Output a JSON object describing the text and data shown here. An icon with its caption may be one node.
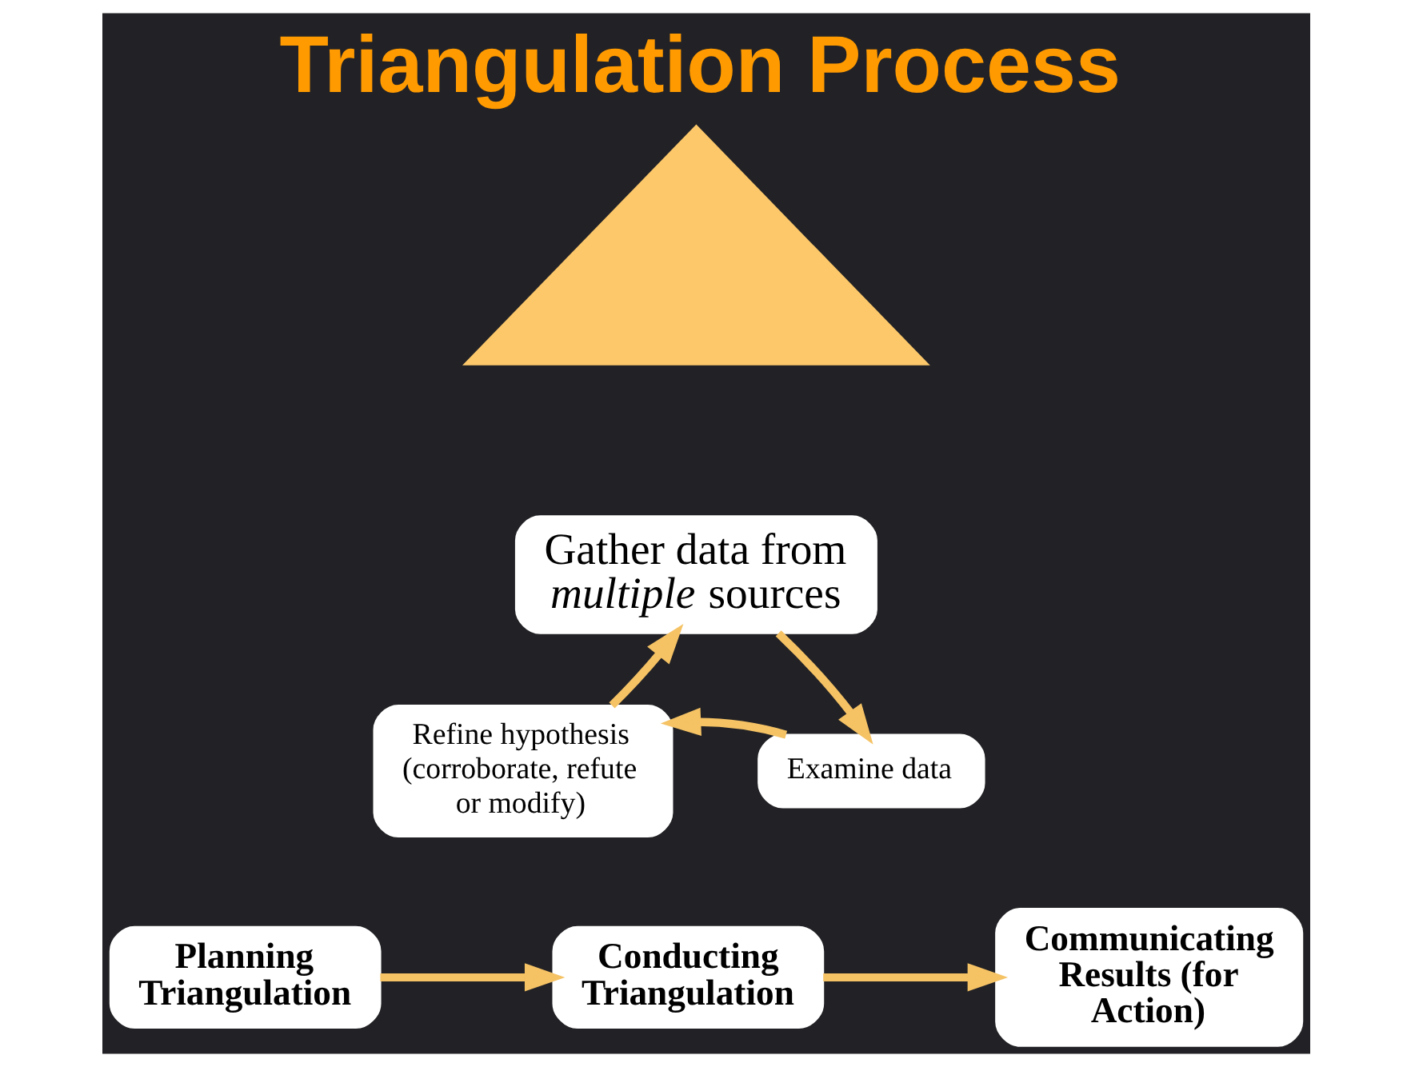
{
  "diagram": {
    "title": "Triangulation Process",
    "nodes": [
      {
        "text": [],
        "shape": "triangle"
      },
      {
        "text": [
          "Gather data from *multiple* sources"
        ]
      },
      {
        "text": [
          "Refine hypothesis (corroborate, refute or modify)"
        ]
      },
      {
        "text": [
          "Examine data"
        ]
      },
      {
        "text": [
          "Planning Triangulation"
        ]
      },
      {
        "text": [
          "Conducting Triangulation"
        ]
      },
      {
        "text": [
          "Communicating Results (for Action)"
        ]
      }
    ],
    "edges": [
      {
        "from": 1,
        "to": 3,
        "arrow": "to"
      },
      {
        "from": 3,
        "to": 2,
        "arrow": "to"
      },
      {
        "from": 2,
        "to": 1,
        "arrow": "to"
      },
      {
        "from": 4,
        "to": 5,
        "arrow": "to"
      },
      {
        "from": 5,
        "to": 6,
        "arrow": "to"
      }
    ]
  }
}
